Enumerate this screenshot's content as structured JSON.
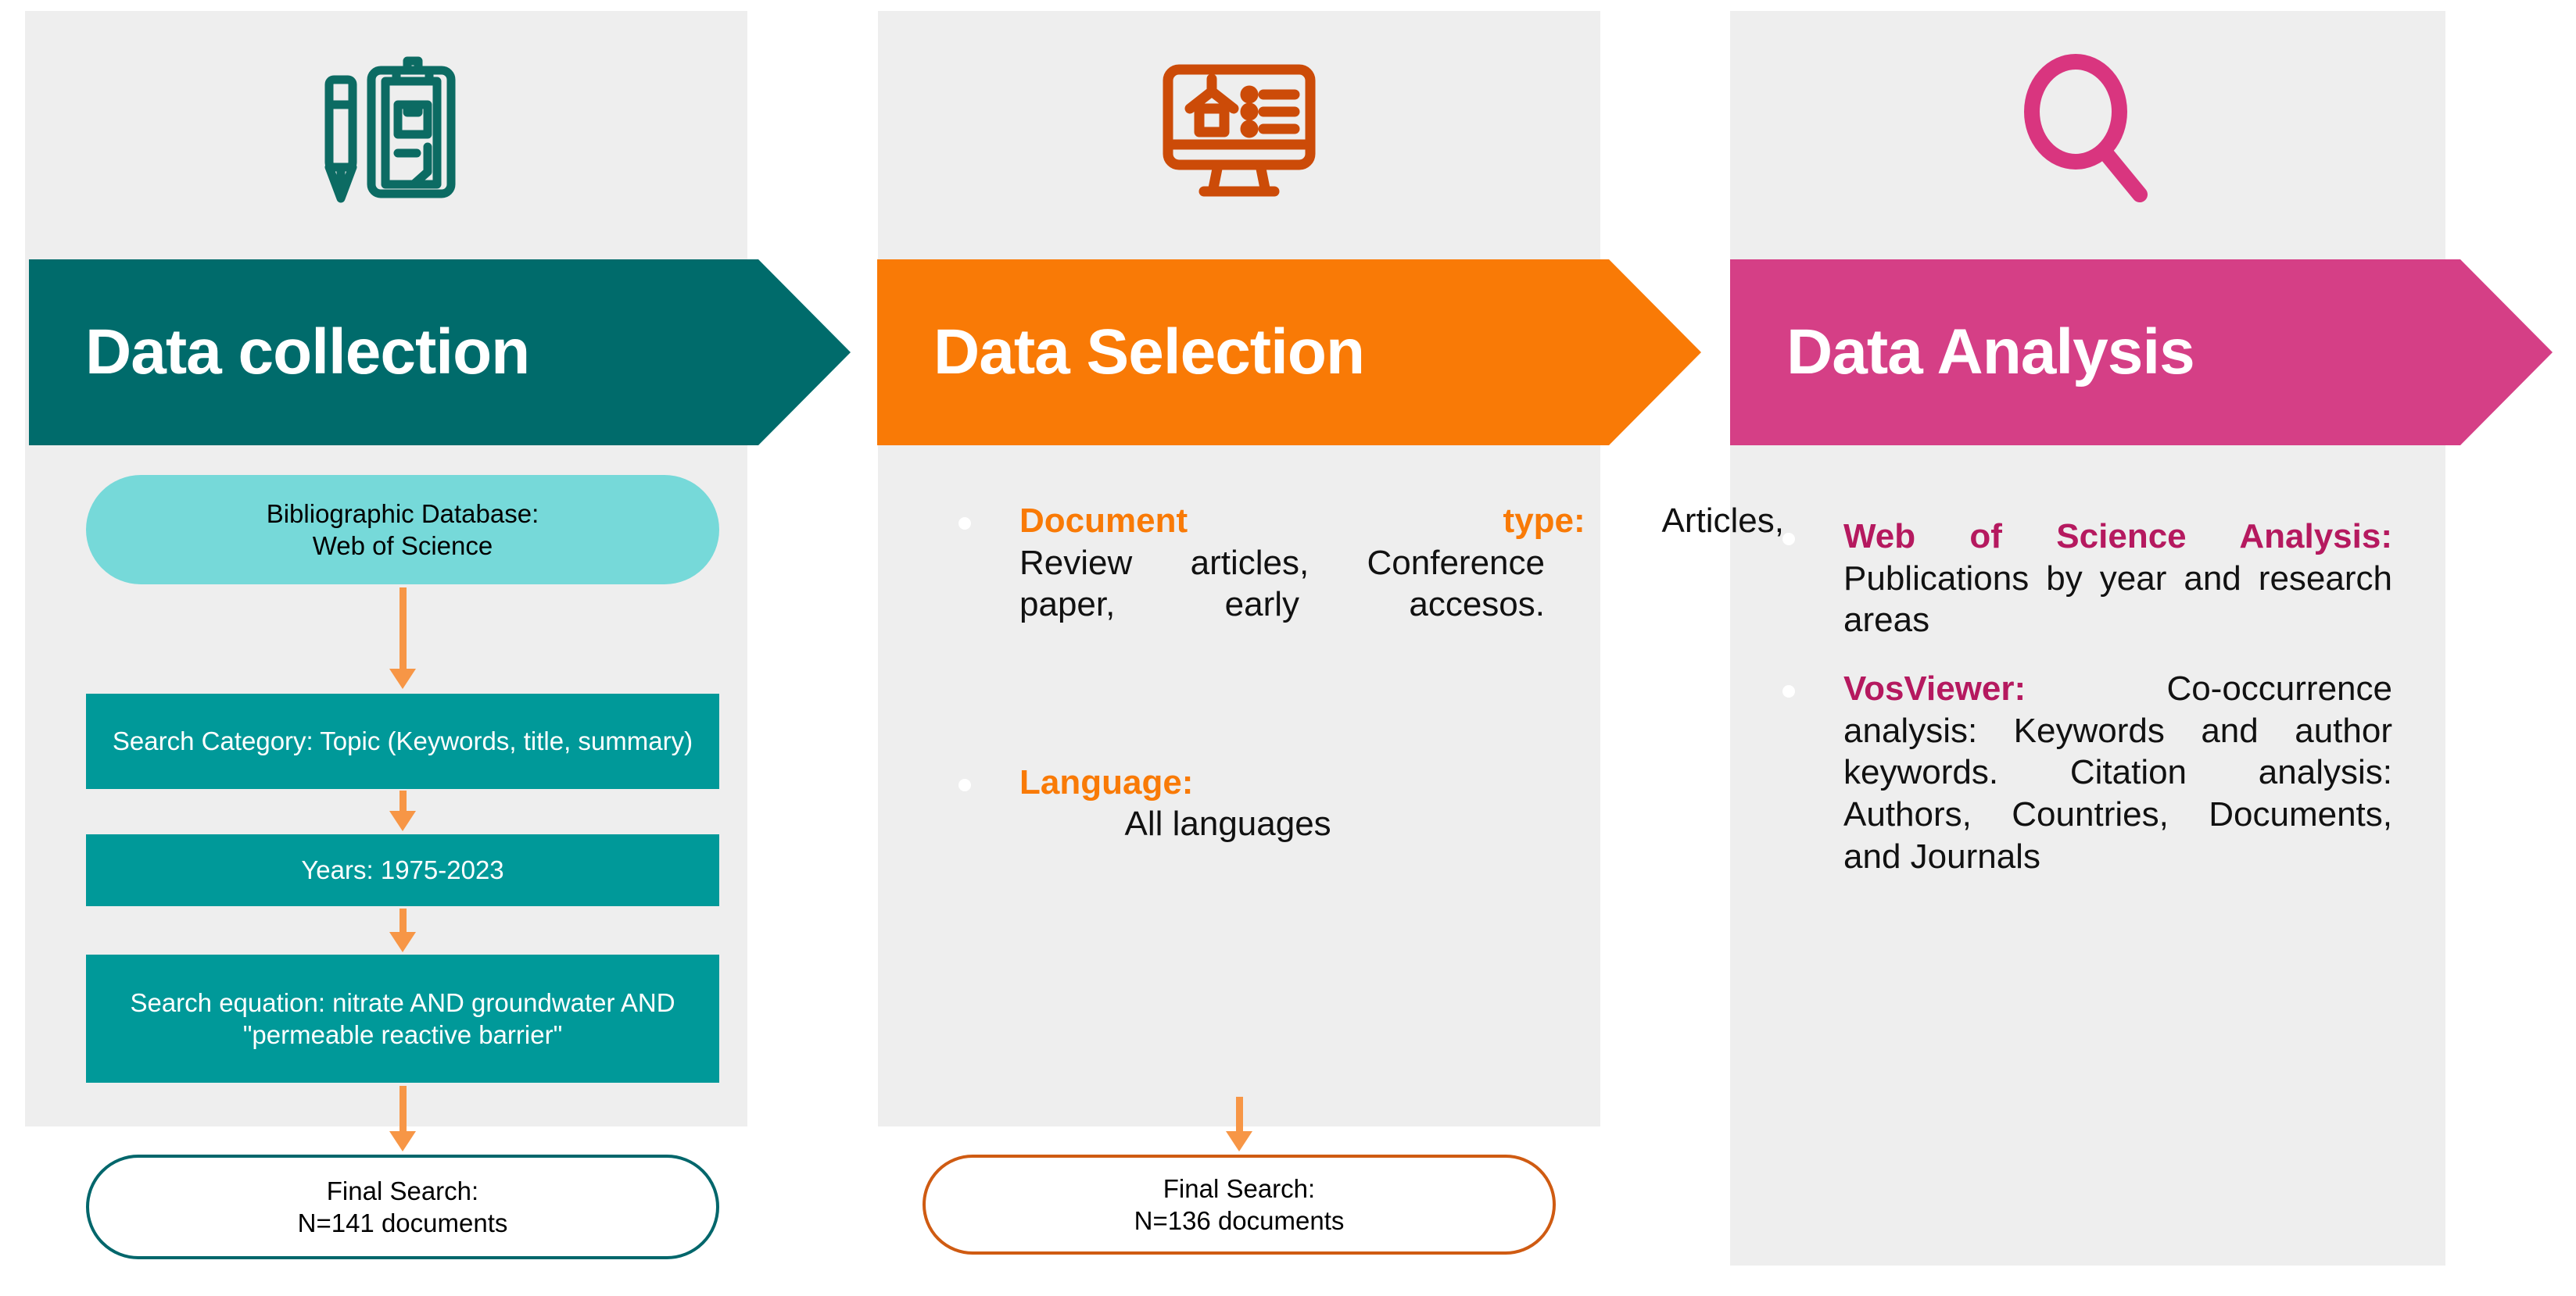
{
  "colors": {
    "panel_bg": "#eeeeee",
    "teal_dark": "#006B6B",
    "teal_mid": "#009999",
    "teal_light": "#76D9D9",
    "orange": "#F97A06",
    "orange_dark": "#CF5B12",
    "pink": "#D53F86",
    "pink_dark": "#B5195F",
    "arrow": "#F79646",
    "white": "#ffffff"
  },
  "columns": [
    {
      "id": "data-collection",
      "icon": "clipboard-pen-icon",
      "banner_label": "Data collection",
      "banner_color": "#006B6B",
      "steps": [
        {
          "id": "bibliographic-database",
          "text": "Bibliographic Database:\nWeb of Science",
          "shape": "pill",
          "fill": "#76D9D9",
          "text_color": "#000000"
        },
        {
          "id": "search-category",
          "text": "Search Category: Topic (Keywords, title, summary)",
          "shape": "rect",
          "fill": "#009999",
          "text_color": "#ffffff"
        },
        {
          "id": "years",
          "text": "Years: 1975-2023",
          "shape": "rect",
          "fill": "#009999",
          "text_color": "#ffffff"
        },
        {
          "id": "search-equation",
          "text": "Search equation: nitrate AND groundwater AND \"permeable reactive barrier\"",
          "shape": "rect",
          "fill": "#009999",
          "text_color": "#ffffff"
        }
      ],
      "final": {
        "id": "final-search-1",
        "line1": "Final Search:",
        "line2": "N=141 documents",
        "border_color": "#00666B"
      }
    },
    {
      "id": "data-selection",
      "icon": "monitor-list-icon",
      "banner_label": "Data Selection",
      "banner_color": "#F97A06",
      "bullets": [
        {
          "id": "document-type",
          "lead": "Document",
          "lead2": "type",
          "lead_tail": ":",
          "body": "Articles, Review articles, Conference paper, early accesos."
        },
        {
          "id": "language",
          "lead": "Language:",
          "body": "All languages"
        }
      ],
      "final": {
        "id": "final-search-2",
        "line1": "Final Search:",
        "line2": "N=136 documents",
        "border_color": "#CF5B12"
      }
    },
    {
      "id": "data-analysis",
      "icon": "magnifier-icon",
      "banner_label": "Data Analysis",
      "banner_color": "#D53F86",
      "bullets": [
        {
          "id": "web-of-science-analysis",
          "lead": "Web of Science Analysis:",
          "body": "Publications by year and research areas"
        },
        {
          "id": "vosviewer",
          "lead": "VosViewer:",
          "body": "Co-occurrence analysis: Keywords and author keywords. Citation analysis: Authors, Countries, Documents, and Journals"
        }
      ]
    }
  ]
}
